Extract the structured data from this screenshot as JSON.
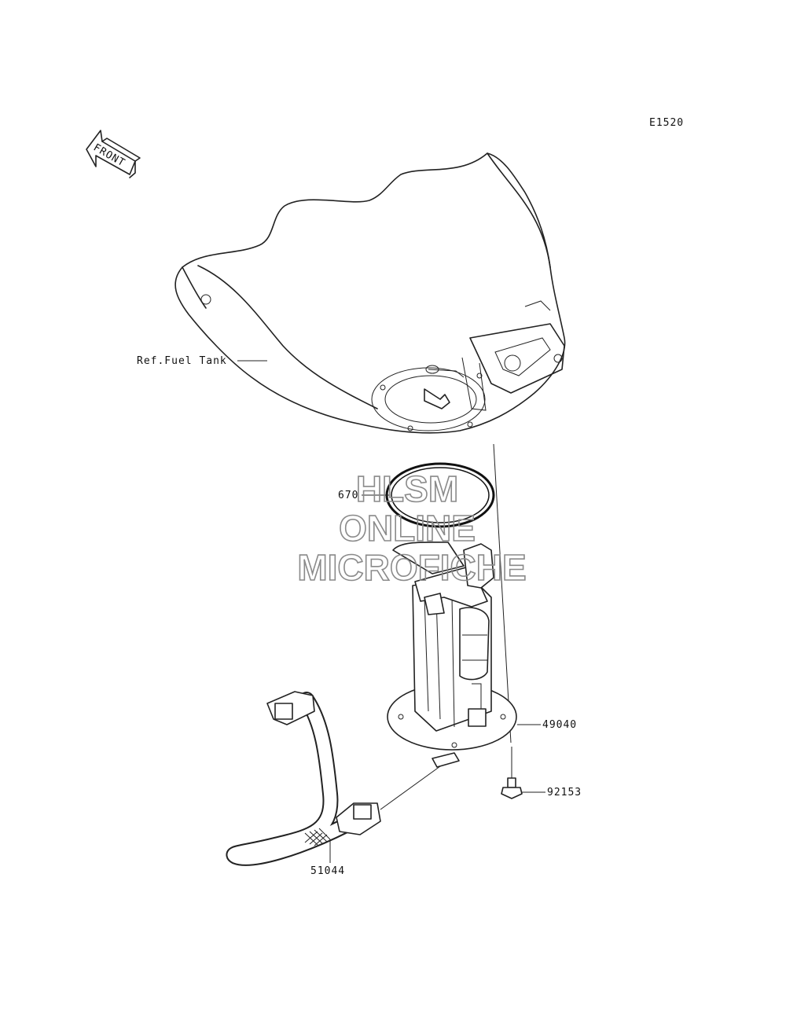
{
  "diagram": {
    "code": "E1520",
    "front_arrow_text": "FRONT",
    "ref_label": "Ref.Fuel Tank",
    "watermark": [
      "HLSM",
      "ONLINE",
      "MICROFICHE"
    ],
    "parts": [
      {
        "number": "670"
      },
      {
        "number": "49040"
      },
      {
        "number": "92153"
      },
      {
        "number": "51044"
      }
    ]
  }
}
